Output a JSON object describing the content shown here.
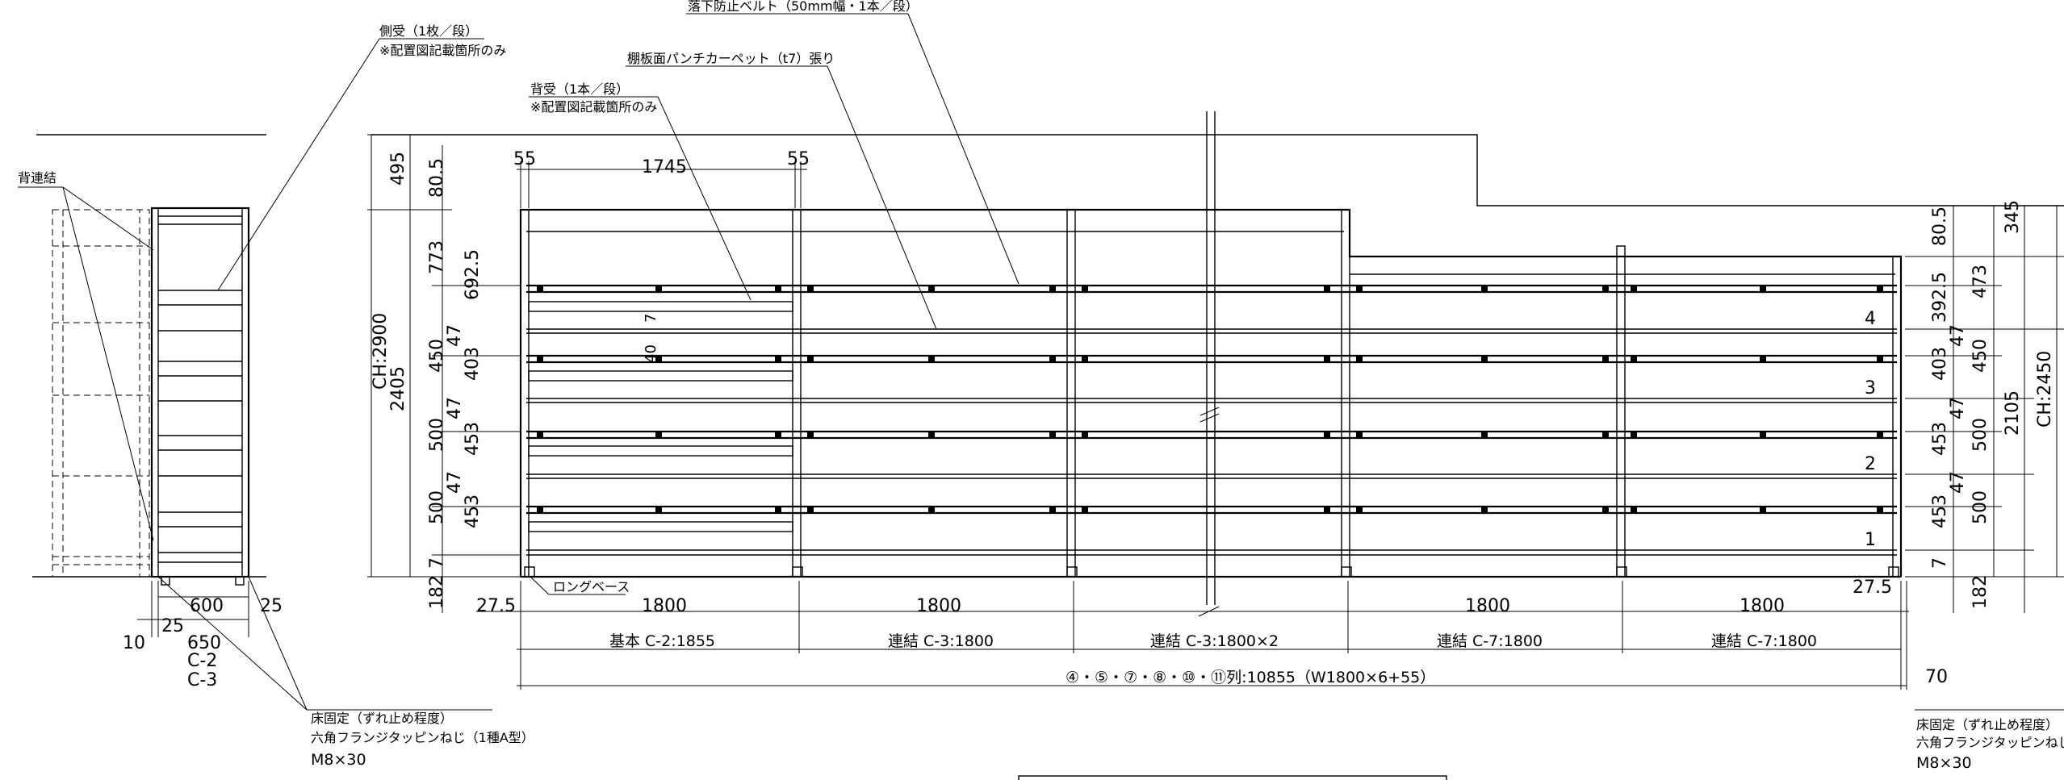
{
  "labels": {
    "side_receiver": "側受（1枚／段）",
    "side_receiver_note": "※配置図記載箇所のみ",
    "fall_belt": "落下防止ベルト（50mm幅・1本／段）",
    "carpet": "棚板面パンチカーペット（t7）張り",
    "back_receiver": "背受（1本／段）",
    "back_receiver_note": "※配置図記載箇所のみ",
    "back_connect": "背連結",
    "long_base": "ロングベース",
    "floor_fix": "床固定（ずれ止め程度）",
    "screw": "六角フランジタッピンねじ（1種A型）",
    "screw_size": "M8×30",
    "floor_fix_r": "床固定（ずれ止め程度）",
    "screw_r": "六角フランジタッピンねじ（",
    "screw_size_r": "M8×30"
  },
  "side_view": {
    "d600": "600",
    "d25a": "25",
    "d25b": "25",
    "d10": "10",
    "d650": "650",
    "model1": "C-2",
    "model2": "C-3"
  },
  "front_dims": {
    "top55a": "55",
    "top1745": "1745",
    "top55b": "55",
    "ch2900": "CH:2900",
    "h495": "495",
    "h2405": "2405",
    "h80_5": "80.5",
    "h773": "773",
    "h692_5": "692.5",
    "h450": "450",
    "h47a": "47",
    "h403": "403",
    "h500a": "500",
    "h47b": "47",
    "h453a": "453",
    "h500b": "500",
    "h47c": "47",
    "h453b": "453",
    "h7": "7",
    "h182": "182",
    "d7": "7",
    "d40": "40",
    "b27_5a": "27.5",
    "w1800a": "1800",
    "w1800b": "1800",
    "w1800c": "1800",
    "w1800d": "1800",
    "b27_5b": "27.5",
    "unit1": "基本 C-2:1855",
    "unit2": "連結 C-3:1800",
    "unit3": "連結 C-3:1800×2",
    "unit4": "連結 C-7:1800",
    "unit5": "連結 C-7:1800",
    "total": "④・⑤・⑦・⑧・⑩・⑪列:10855（W1800×6+55）",
    "d70": "70"
  },
  "right_dims": {
    "r80_5": "80.5",
    "r345": "345",
    "r392_5": "392.5",
    "r473": "473",
    "r47a": "47",
    "r403": "403",
    "r450": "450",
    "r2105": "2105",
    "r47b": "47",
    "r453a": "453",
    "r500a": "500",
    "r47c": "47",
    "r453b": "453",
    "r500b": "500",
    "r7": "7",
    "r182": "182",
    "ch2450": "CH:2450"
  },
  "shelf_numbers": [
    "4",
    "3",
    "2",
    "1"
  ]
}
